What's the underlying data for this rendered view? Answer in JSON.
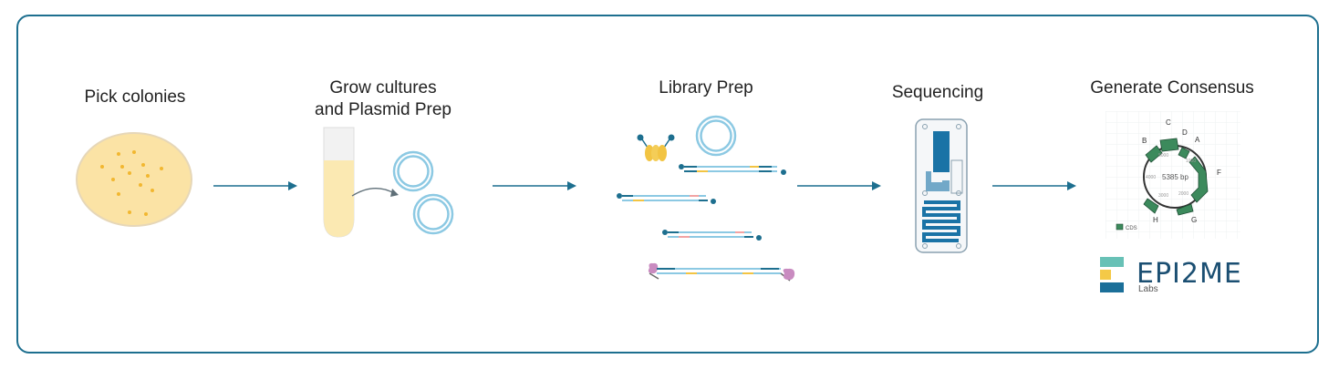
{
  "steps": [
    {
      "title": "Pick colonies"
    },
    {
      "title_line1": "Grow cultures",
      "title_line2": "and Plasmid Prep"
    },
    {
      "title": "Library Prep"
    },
    {
      "title": "Sequencing"
    },
    {
      "title": "Generate Consensus"
    }
  ],
  "plasmid_map": {
    "size_label": "5385 bp",
    "feature_labels": [
      "B",
      "C",
      "D",
      "A",
      "F",
      "G",
      "H"
    ],
    "legend": "CDS",
    "tick_labels": [
      "1000",
      "2000",
      "3000",
      "4000",
      "5000"
    ]
  },
  "logo": {
    "name": "EPI2ME",
    "sub": "Labs"
  },
  "colors": {
    "frame": "#1d6f8f",
    "arrow": "#1d6f8f",
    "agar": "#fbe3a5",
    "colony": "#f2b730",
    "plasmid": "#8cc9e3",
    "feature": "#3c8a5c",
    "flowcell": "#1a73a6"
  }
}
